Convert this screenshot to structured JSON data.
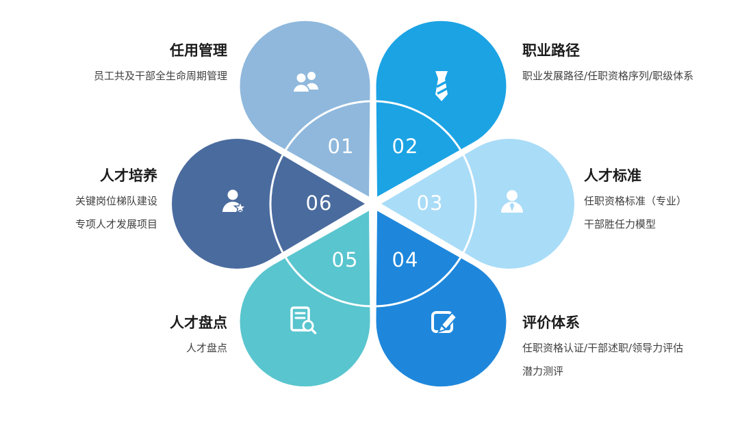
{
  "diagram": {
    "background": "#FFFFFF",
    "ring_color": "#FFFFFF",
    "number_color": "#FFFFFF"
  },
  "petals": [
    {
      "number": "01",
      "title": "任用管理",
      "lines": [
        "员工共及干部全生命周期管理"
      ],
      "color": "#8FB8DC",
      "icon": "users-icon",
      "position": "top-left"
    },
    {
      "number": "02",
      "title": "职业路径",
      "lines": [
        "职业发展路径/任职资格序列/职级体系"
      ],
      "color": "#1BA3E4",
      "icon": "tie-icon",
      "position": "top-right"
    },
    {
      "number": "03",
      "title": "人才标准",
      "lines": [
        "任职资格标准（专业）",
        "干部胜任力模型"
      ],
      "color": "#A9DCF7",
      "icon": "user-icon",
      "position": "right"
    },
    {
      "number": "04",
      "title": "评价体系",
      "lines": [
        "任职资格认证/干部述职/领导力评估",
        "潜力测评"
      ],
      "color": "#1E87DB",
      "icon": "edit-icon",
      "position": "bottom-right"
    },
    {
      "number": "05",
      "title": "人才盘点",
      "lines": [
        "人才盘点"
      ],
      "color": "#59C5CE",
      "icon": "doc-search-icon",
      "position": "bottom-left"
    },
    {
      "number": "06",
      "title": "人才培养",
      "lines": [
        "关键岗位梯队建设",
        "专项人才发展项目"
      ],
      "color": "#4A6B9E",
      "icon": "user-star-icon",
      "position": "left"
    }
  ]
}
